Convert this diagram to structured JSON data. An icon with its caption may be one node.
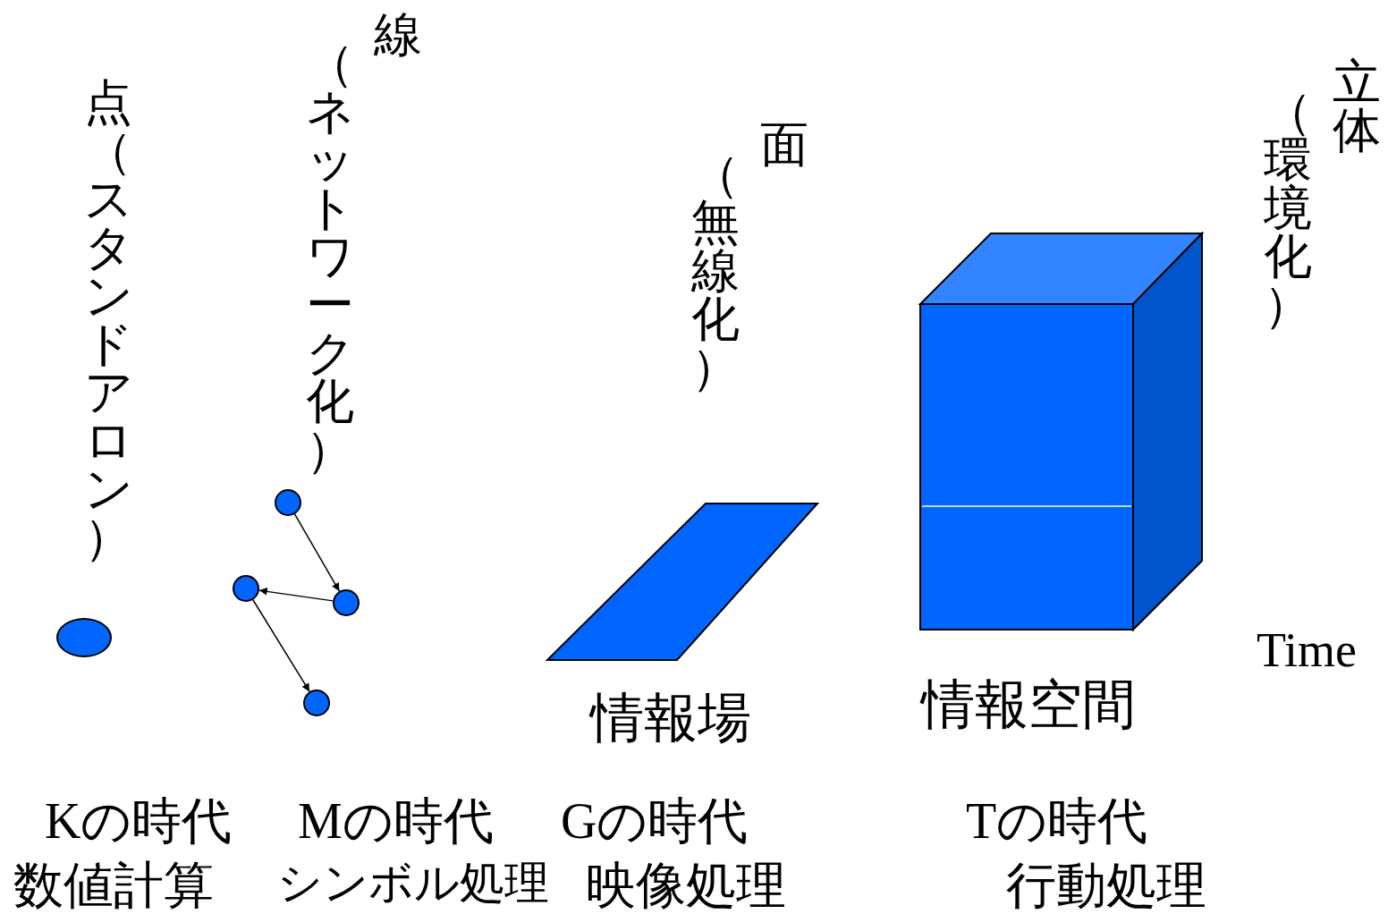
{
  "diagram": {
    "nodes": [
      {
        "text": [],
        "shape": "circle"
      },
      {
        "text": [],
        "shape": "circle"
      },
      {
        "text": [],
        "shape": "circle"
      },
      {
        "text": [],
        "shape": "circle"
      },
      {
        "text": [],
        "shape": "circle"
      },
      {
        "text": [],
        "shape": "parallelogram",
        "beside": [
          "情報場"
        ]
      },
      {
        "text": [],
        "shape": "cube",
        "beside": [
          "情報空間"
        ]
      }
    ],
    "edges": [
      {
        "from": 1,
        "to": 3,
        "arrow": "to"
      },
      {
        "from": 3,
        "to": 2,
        "arrow": "to"
      },
      {
        "from": 2,
        "to": 4,
        "arrow": "to"
      }
    ],
    "labels": [
      "点（スタンドアロン）",
      "線",
      "（ネットワーク化）",
      "面",
      "（無線化）",
      "立体",
      "（環境化）",
      "Time",
      "Kの時代",
      "数値計算",
      "Mの時代",
      "シンボル処理",
      "Gの時代",
      "映像処理",
      "Tの時代",
      "行動処理"
    ]
  }
}
